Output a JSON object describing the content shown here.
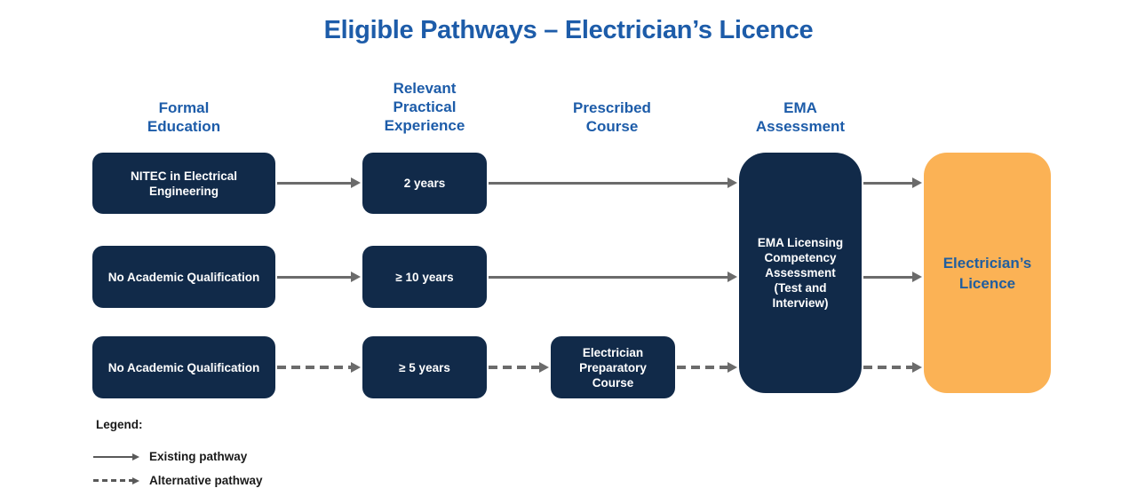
{
  "title": "Eligible Pathways – Electrician’s Licence",
  "columns": {
    "formal_education": "Formal\nEducation",
    "practical_experience": "Relevant\nPractical\nExperience",
    "prescribed_course": "Prescribed\nCourse",
    "ema_assessment": "EMA\nAssessment"
  },
  "rows": [
    {
      "education": "NITEC in Electrical\nEngineering",
      "experience": "2 years",
      "pathway": "existing"
    },
    {
      "education": "No Academic Qualification",
      "experience": "≥ 10 years",
      "pathway": "existing"
    },
    {
      "education": "No Academic Qualification",
      "experience": "≥ 5 years",
      "course": "Electrician\nPreparatory\nCourse",
      "pathway": "alternative"
    }
  ],
  "assessment_box": "EMA Licensing\nCompetency\nAssessment\n(Test and\nInterview)",
  "licence_box": "Electrician’s\nLicence",
  "legend": {
    "title": "Legend:",
    "existing": "Existing pathway",
    "alternative": "Alternative pathway"
  },
  "colors": {
    "heading_blue": "#1D5CA9",
    "node_navy": "#112A49",
    "licence_orange": "#FBB255",
    "licence_text_blue": "#215E9E",
    "arrow_gray": "#6B6B6B"
  }
}
